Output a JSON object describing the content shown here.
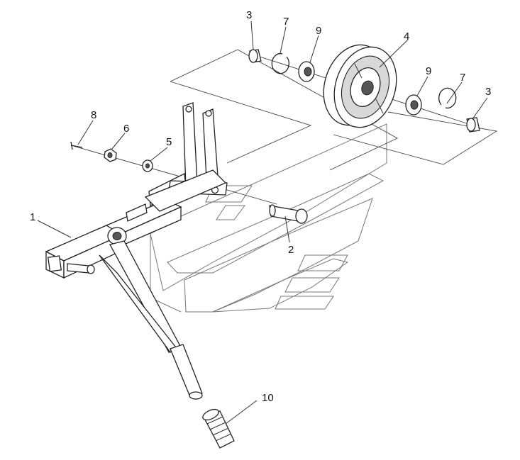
{
  "callouts": [
    {
      "id": "1",
      "label": "1"
    },
    {
      "id": "2",
      "label": "2"
    },
    {
      "id": "3a",
      "label": "3"
    },
    {
      "id": "3b",
      "label": "3"
    },
    {
      "id": "4",
      "label": "4"
    },
    {
      "id": "5",
      "label": "5"
    },
    {
      "id": "6",
      "label": "6"
    },
    {
      "id": "7a",
      "label": "7"
    },
    {
      "id": "7b",
      "label": "7"
    },
    {
      "id": "8",
      "label": "8"
    },
    {
      "id": "9a",
      "label": "9"
    },
    {
      "id": "9b",
      "label": "9"
    },
    {
      "id": "10",
      "label": "10"
    }
  ]
}
